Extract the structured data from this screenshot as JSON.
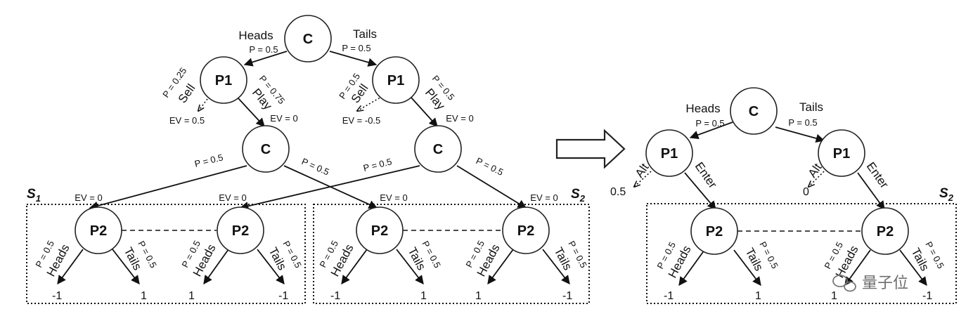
{
  "nodes": {
    "chance": "C",
    "player1": "P1",
    "player2": "P2"
  },
  "labels": {
    "heads": "Heads",
    "tails": "Tails",
    "sell": "Sell",
    "play": "Play",
    "alt": "Alt",
    "enter": "Enter",
    "p_half": "P = 0.5",
    "p_quarter": "P = 0.25",
    "p_three_quarter": "P = 0.75",
    "ev_zero": "EV = 0",
    "ev_half": "EV = 0.5",
    "ev_neg_half": "EV = -0.5"
  },
  "payoffs": {
    "neg_one": "-1",
    "one": "1",
    "alt_left": "0.5",
    "alt_right": "0"
  },
  "subgames": {
    "s_letter": "S",
    "s1_index": "1",
    "s2_index": "2"
  },
  "watermark": "量子位",
  "watermark_icon": "wechat-icon"
}
